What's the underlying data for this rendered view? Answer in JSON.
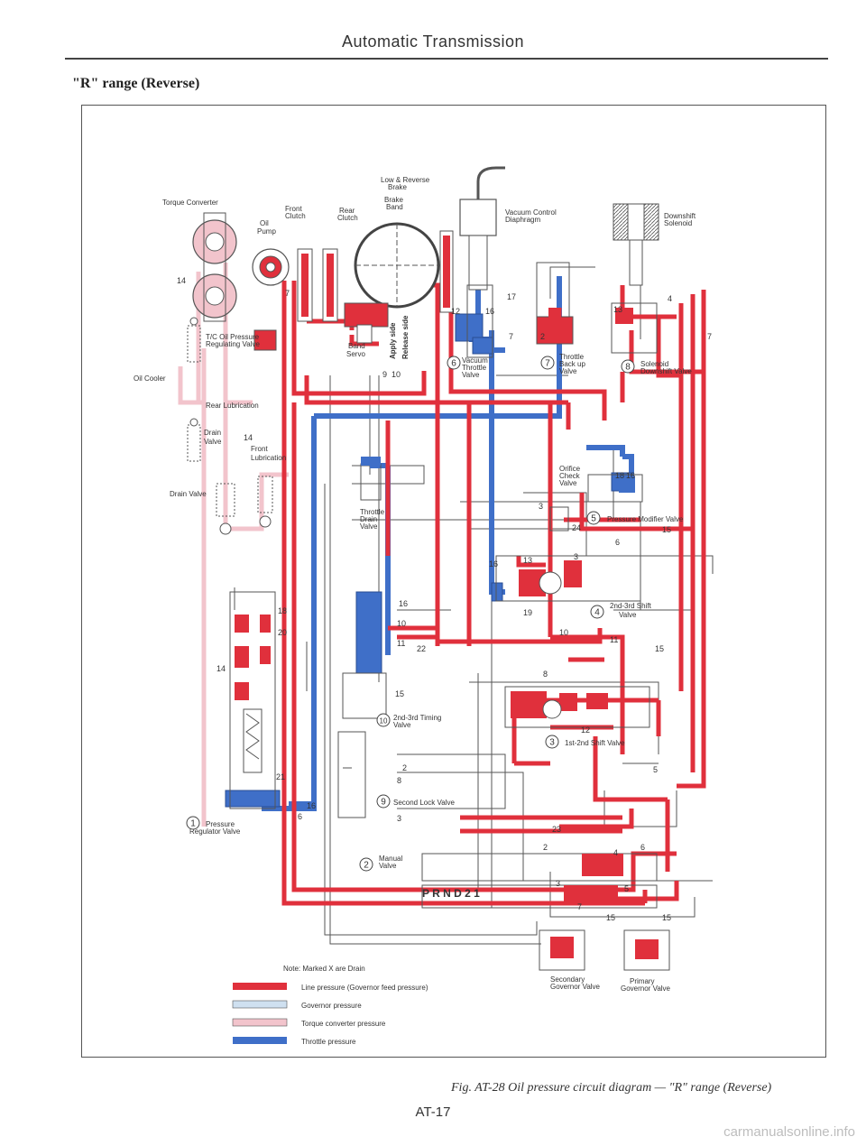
{
  "header": {
    "title": "Automatic Transmission",
    "section": "\"R\" range (Reverse)"
  },
  "colors": {
    "line": "#e0303c",
    "governor": "#cfe0f0",
    "torque": "#f2c4cc",
    "throttle": "#3f6fc8",
    "drain": "#555555"
  },
  "components": {
    "torque_converter": "Torque Converter",
    "oil_pump": [
      "Oil",
      "Pump"
    ],
    "front_clutch": [
      "Front",
      "Clutch"
    ],
    "rear_clutch": [
      "Rear",
      "Clutch"
    ],
    "low_reverse_brake": [
      "Low & Reverse",
      "Brake"
    ],
    "brake_band": [
      "Brake",
      "Band"
    ],
    "vacuum_control": [
      "Vacuum Control",
      "Diaphragm"
    ],
    "downshift_solenoid": [
      "Downshift",
      "Solenoid"
    ],
    "tc_valve": [
      "T/C Oil Pressure",
      "Regulating Valve"
    ],
    "oil_cooler": "Oil Cooler",
    "rear_lubrication": "Rear Lubrication",
    "drain_valve_small": [
      "Drain",
      "Valve"
    ],
    "front_lubrication": [
      "Front",
      "Lubrication"
    ],
    "drain_valve": "Drain Valve",
    "band_servo": [
      "Band",
      "Servo"
    ],
    "apply_side": "Apply side",
    "release_side": "Release side",
    "vacuum_throttle": [
      "Vacuum",
      "Throttle",
      "Valve"
    ],
    "throttle_backup": [
      "Throttle",
      "Back up",
      "Valve"
    ],
    "solenoid_downshift": [
      "Solenoid",
      "Downshift Valve"
    ],
    "orifice_check": [
      "Orifice",
      "Check",
      "Valve"
    ],
    "pressure_modifier": "Pressure Modifier Valve",
    "throttle_drain": [
      "Throttle",
      "Drain",
      "Valve"
    ],
    "shift_23": [
      "2nd-3rd Shift",
      "Valve"
    ],
    "timing_23": [
      "2nd-3rd Timing",
      "Valve"
    ],
    "shift_12": "1st-2nd Shift Valve",
    "second_lock": "Second Lock Valve",
    "pressure_regulator": [
      "Pressure",
      "Regulator Valve"
    ],
    "manual_valve": [
      "Manual",
      "Valve"
    ],
    "prnd": "P R N D 2 1",
    "secondary_governor": [
      "Secondary",
      "Governor Valve"
    ],
    "primary_governor": [
      "Primary",
      "Governor Valve"
    ]
  },
  "circled": {
    "n1": "1",
    "n2": "2",
    "n3": "3",
    "n4": "4",
    "n5": "5",
    "n6": "6",
    "n7": "7",
    "n8": "8",
    "n9": "9",
    "n10": "10"
  },
  "ports": {
    "p14a": "14",
    "p14b": "14",
    "p14c": "14",
    "p7a": "7",
    "p7b": "7",
    "p7c": "7",
    "p12a": "12",
    "p16a": "16",
    "p9": "9",
    "p10a": "10",
    "p17": "17",
    "p4a": "4",
    "p13a": "13",
    "p2a": "2",
    "p18a": "18",
    "p16b": "16",
    "p3a": "3",
    "p24": "24",
    "p15a": "15",
    "p6a": "6",
    "p3b": "3",
    "p16c": "16",
    "p13b": "13",
    "p19": "19",
    "p10b": "10",
    "p11": "11",
    "p15b": "15",
    "p18b": "18",
    "p20": "20",
    "p16d": "16",
    "p10c": "10",
    "p11b": "11",
    "p22": "22",
    "p15c": "15",
    "p8a": "8",
    "p12b": "12",
    "p2b": "2",
    "p8b": "8",
    "p3c": "3",
    "p21": "21",
    "p6b": "6",
    "p16e": "16",
    "p23": "23",
    "p2c": "2",
    "p4b": "4",
    "p6c": "6",
    "p3d": "3",
    "p5": "5",
    "p7d": "7",
    "p15d": "15",
    "p15e": "15",
    "p5b": "5"
  },
  "legend": {
    "note": "Note: Marked X are Drain",
    "items": [
      {
        "label": "Line pressure (Governor feed pressure)",
        "color": "#e0303c"
      },
      {
        "label": "Governor pressure",
        "color": "#cfe0f0"
      },
      {
        "label": "Torque converter pressure",
        "color": "#f2c4cc"
      },
      {
        "label": "Throttle pressure",
        "color": "#3f6fc8"
      }
    ]
  },
  "caption": "Fig. AT-28  Oil pressure circuit diagram — \"R\" range (Reverse)",
  "page_number": "AT-17",
  "watermark": "carmanualsonline.info"
}
